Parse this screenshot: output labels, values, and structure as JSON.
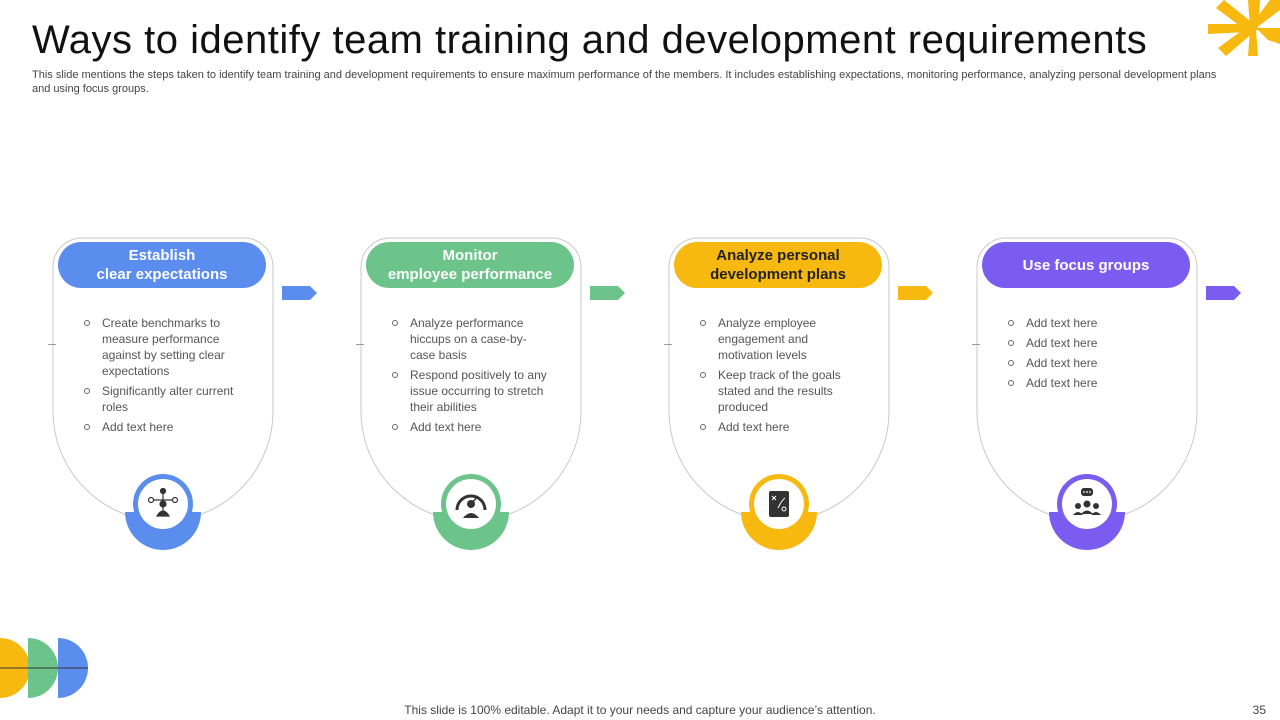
{
  "slide": {
    "title": "Ways to identify team training and development requirements",
    "subtitle": "This slide mentions the steps taken to identify team training and development requirements to ensure maximum performance of the members. It includes establishing expectations, monitoring performance, analyzing personal development plans and using focus groups.",
    "footer": "This slide is 100% editable. Adapt it to your needs and capture your audience’s attention.",
    "page_number": "35"
  },
  "colors": {
    "blue": "#5b8def",
    "green": "#6cc48a",
    "yellow": "#f7b80f",
    "purple": "#7b5cf0",
    "outline": "#c9c9c9"
  },
  "cards": [
    {
      "heading_line1": "Establish",
      "heading_line2": "clear expectations",
      "color": "#5b8def",
      "icon": "hierarchy-person-icon",
      "points": [
        "Create benchmarks to measure performance against by setting clear expectations",
        "Significantly alter current roles",
        "Add text here"
      ]
    },
    {
      "heading_line1": "Monitor",
      "heading_line2": "employee performance",
      "color": "#6cc48a",
      "icon": "performance-gauge-icon",
      "points": [
        "Analyze performance hiccups on a case-by-case basis",
        "Respond positively to any issue occurring to stretch their abilities",
        "Add text here"
      ]
    },
    {
      "heading_line1": "Analyze personal",
      "heading_line2": "development plans",
      "color": "#f7b80f",
      "icon": "strategy-document-icon",
      "points": [
        "Analyze employee engagement and motivation levels",
        "Keep track of the goals stated and the results produced",
        "Add text here"
      ]
    },
    {
      "heading_line1": "Use focus groups",
      "heading_line2": "",
      "color": "#7b5cf0",
      "icon": "group-discussion-icon",
      "points": [
        "Add text here",
        "Add text here",
        "Add text here",
        "Add text here"
      ]
    }
  ]
}
